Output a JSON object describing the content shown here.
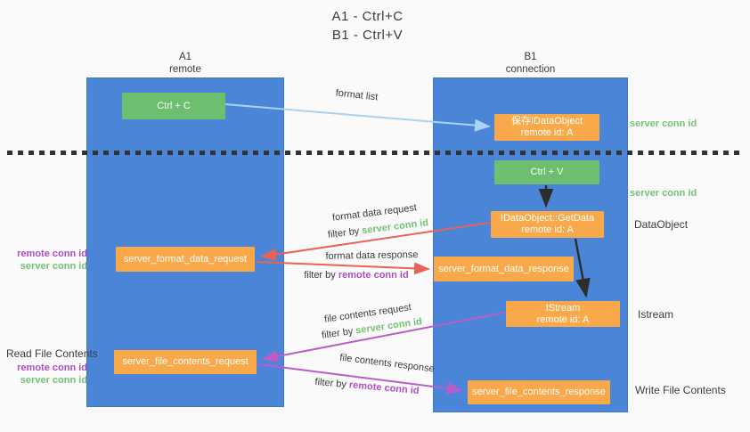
{
  "title": {
    "line1": "A1 - Ctrl+C",
    "line2": "B1 - Ctrl+V"
  },
  "columns": {
    "left": {
      "id": "A1",
      "role": "remote"
    },
    "right": {
      "id": "B1",
      "role": "connection"
    }
  },
  "nodes": {
    "ctrl_c": {
      "label": "Ctrl + C"
    },
    "ctrl_v": {
      "label": "Ctrl + V"
    },
    "save_dataobject": {
      "line1": "保存IDataObject",
      "line2": "remote id: A"
    },
    "getdata": {
      "line1": "IDataObject::GetData",
      "line2": "remote id: A"
    },
    "istream_box": {
      "line1": "IStream",
      "line2": "remote id: A"
    },
    "format_request": {
      "label": "server_format_data_request"
    },
    "format_response": {
      "label": "server_format_data_response"
    },
    "file_request": {
      "label": "server_file_contents_request"
    },
    "file_response": {
      "label": "server_file_contents_response"
    }
  },
  "labels": {
    "server_conn_id": "server conn id",
    "remote_conn_id": "remote conn id",
    "dataobject": "DataObject",
    "istream": "Istream",
    "read_file_contents": "Read File Contents",
    "write_file_contents": "Write File Contents",
    "format_list": "format list",
    "format_data_request": "format data request",
    "format_data_response": "format data response",
    "file_contents_request": "file contents request",
    "file_contents_response": "file contents response",
    "filter_by": "filter by"
  },
  "colors": {
    "panel_blue": "#4a85d8",
    "box_green": "#6dbe6e",
    "box_orange": "#f9a84a",
    "text_green": "#74c174",
    "text_purple": "#ac4fc6",
    "arrow_red": "#ea6157",
    "arrow_purple": "#bb5dc9",
    "arrow_lightblue": "#a9d3f2",
    "arrow_black": "#2d2d2d"
  }
}
